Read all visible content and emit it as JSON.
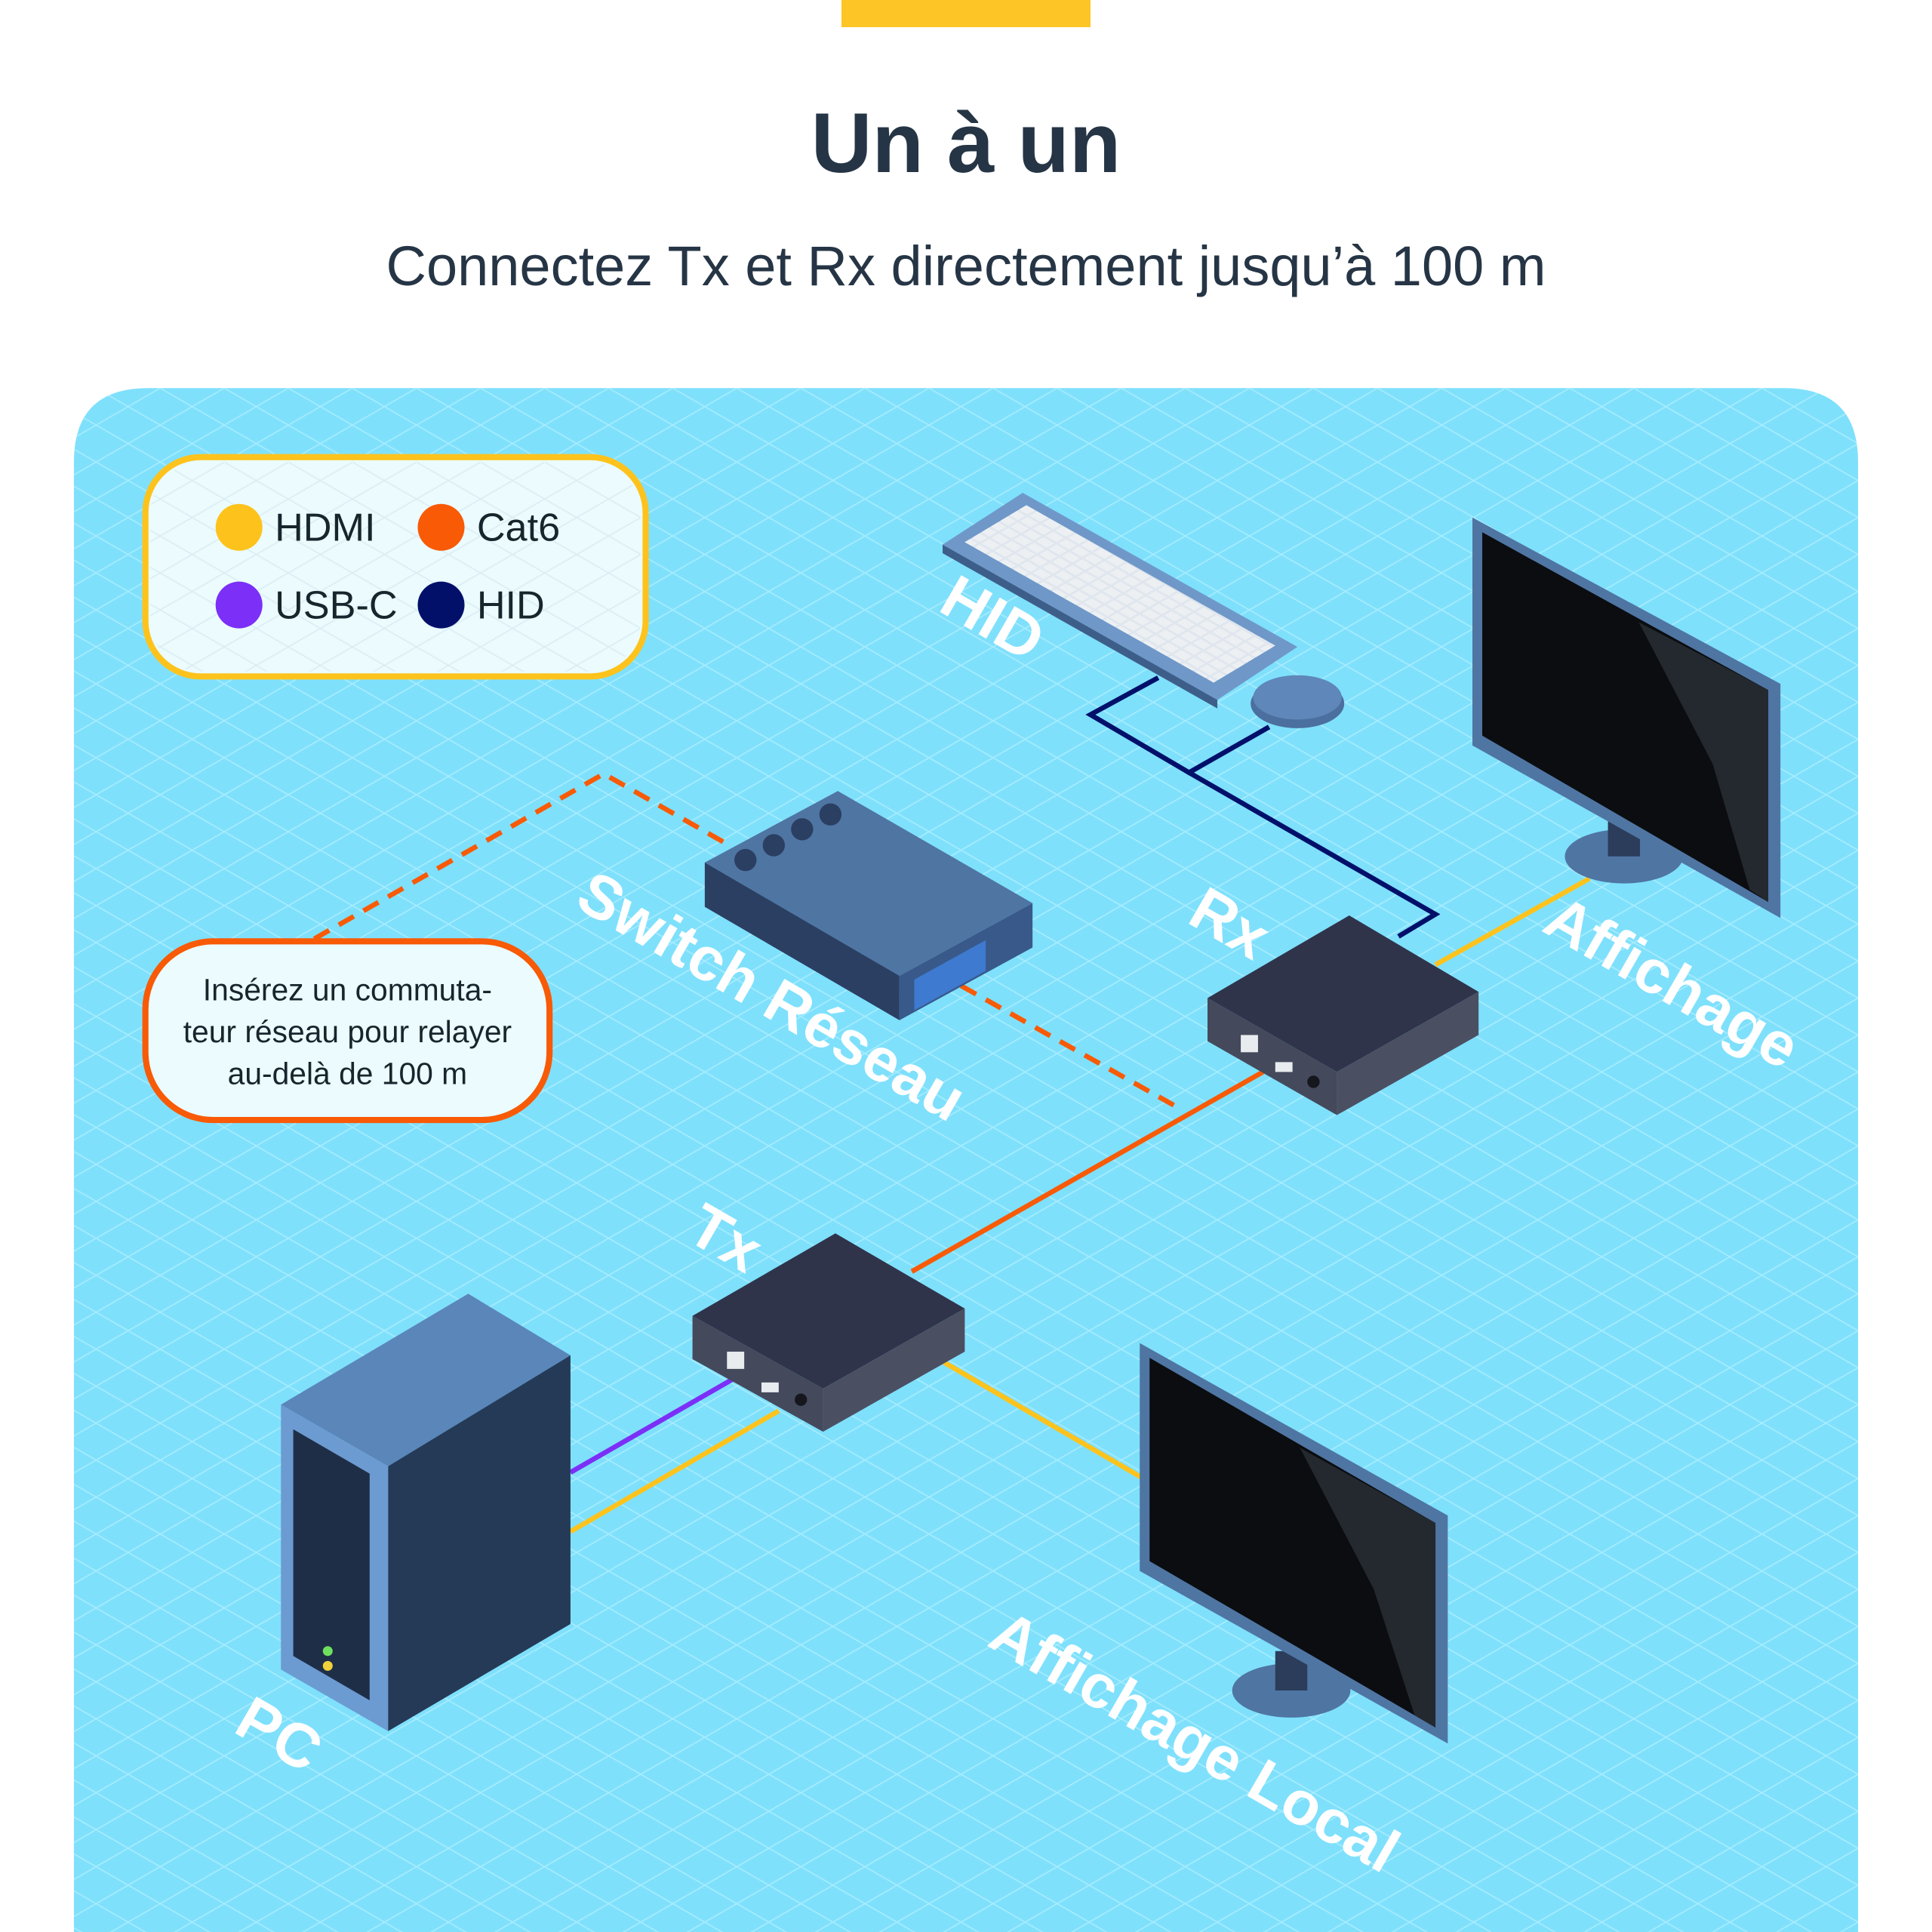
{
  "header": {
    "title": "Un à un",
    "subtitle": "Connectez Tx et Rx directement jusqu’à 100 m"
  },
  "legend": [
    {
      "label": "HDMI",
      "color": "#fdc31c"
    },
    {
      "label": "Cat6",
      "color": "#f85a06"
    },
    {
      "label": "USB-C",
      "color": "#7b2ff7"
    },
    {
      "label": "HID",
      "color": "#02106a"
    }
  ],
  "callout": {
    "lines": [
      "Insérez un commuta-",
      "teur réseau pour relayer",
      "au-delà de 100 m"
    ]
  },
  "devices": {
    "hid": "HID",
    "rx": "Rx",
    "display": "Affichage",
    "switch": "Switch Réseau",
    "tx": "Tx",
    "pc": "PC",
    "local_display": "Affichage Local"
  },
  "colors": {
    "background": "#7fe0fc",
    "accent": "#fdc526",
    "text": "#263545"
  }
}
